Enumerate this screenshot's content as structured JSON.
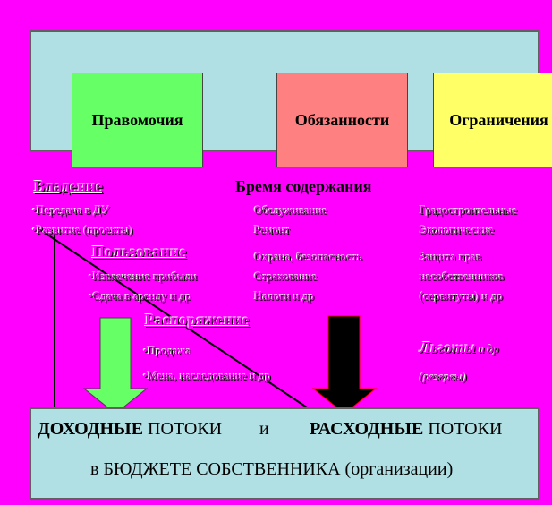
{
  "top": {
    "box1": "Правомочия",
    "box2": "Обязанности",
    "box3": "Ограничения"
  },
  "left": {
    "vladenie": "Владение",
    "vladenie_items": [
      "•Передача в ДУ",
      "•Развитие (проекты)"
    ],
    "polzovanie": "Пользование",
    "polzovanie_items": [
      "•Извлечение прибыли",
      "•Сдача в аренду и др"
    ],
    "rasporyazhenie": "Распоряжение",
    "rasporyazhenie_items": [
      "•Продажа",
      "•Мена, наследование и др"
    ]
  },
  "middle": {
    "title": "Бремя содержания",
    "items": [
      "Обслуживание",
      "Ремонт",
      "Охрана, безопасность",
      "Страхование",
      "Налоги и др"
    ]
  },
  "right": {
    "items": [
      "Градостроительные",
      "Экологические",
      "Защита прав",
      "несобственников",
      "(сервитуты) и др"
    ],
    "lgoty_bold": "Льготы",
    "lgoty_rest": " и др",
    "lgoty_sub": "(резервы)"
  },
  "bottom": {
    "income_bold": "ДОХОДНЫЕ",
    "income_rest": " ПОТОКИ",
    "and": "и",
    "expense_bold": "РАСХОДНЫЕ",
    "expense_rest": " ПОТОКИ",
    "line2": "в БЮДЖЕТЕ СОБСТВЕННИКА (организации)"
  },
  "colors": {
    "background": "#ff00ff",
    "panel": "#b0e0e4",
    "box1": "#66ff66",
    "box2": "#ff8080",
    "box3": "#ffff66",
    "arrow_income": "#66ff66",
    "arrow_expense": "#000000"
  }
}
